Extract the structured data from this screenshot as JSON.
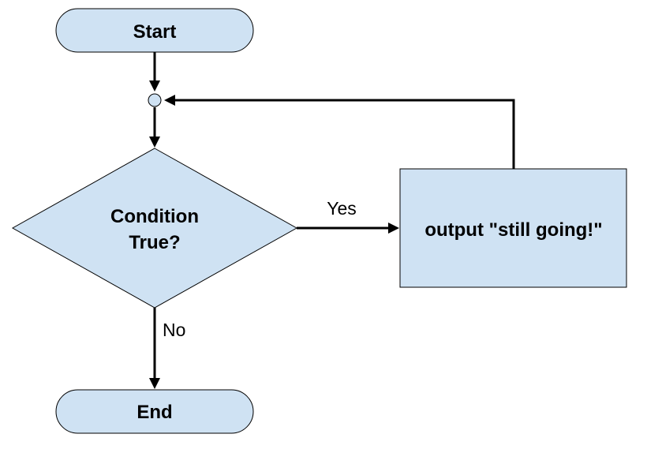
{
  "nodes": {
    "start": {
      "label": "Start"
    },
    "condition": {
      "line1": "Condition",
      "line2": "True?"
    },
    "output": {
      "label": "output \"still going!\""
    },
    "end": {
      "label": "End"
    }
  },
  "edges": {
    "yes_label": "Yes",
    "no_label": "No"
  },
  "colors": {
    "node_fill": "#cfe2f3",
    "stroke": "#000000"
  }
}
